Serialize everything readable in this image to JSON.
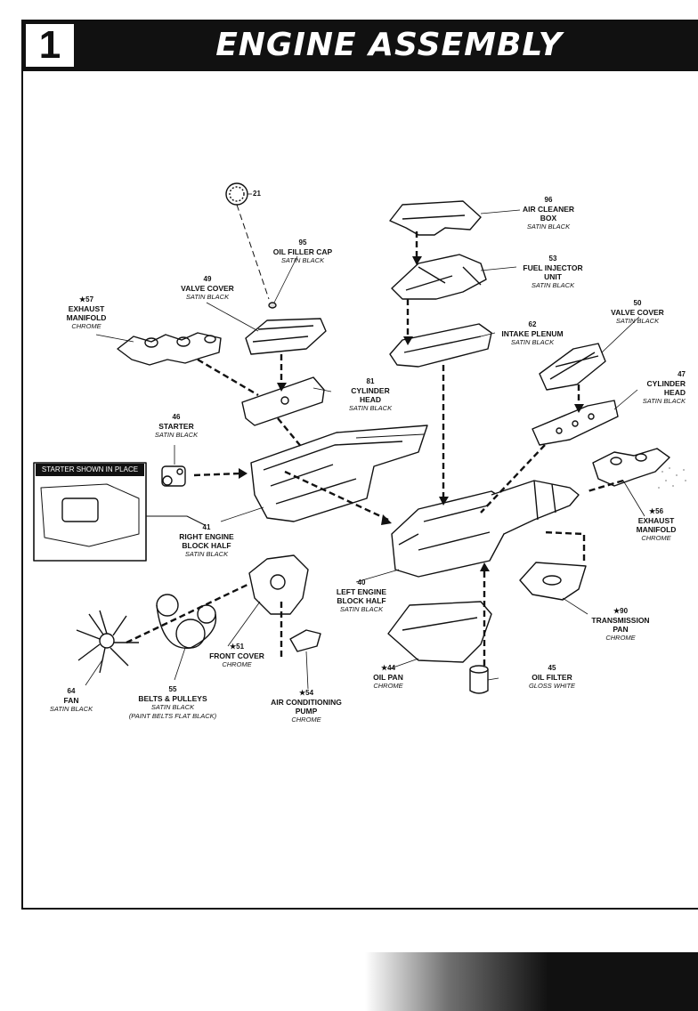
{
  "header": {
    "step": "1",
    "title": "ENGINE ASSEMBLY"
  },
  "inset": {
    "label": "STARTER SHOWN IN PLACE"
  },
  "parts": {
    "p21": {
      "num": "21",
      "name": "",
      "finish": ""
    },
    "p95": {
      "num": "95",
      "name": "OIL FILLER CAP",
      "finish": "SATIN BLACK"
    },
    "p49": {
      "num": "49",
      "name": "VALVE COVER",
      "finish": "SATIN BLACK"
    },
    "p57": {
      "num": "★57",
      "name": "EXHAUST\nMANIFOLD",
      "finish": "CHROME"
    },
    "p81": {
      "num": "81",
      "name": "CYLINDER\nHEAD",
      "finish": "SATIN BLACK"
    },
    "p46": {
      "num": "46",
      "name": "STARTER",
      "finish": "SATIN BLACK"
    },
    "p41": {
      "num": "41",
      "name": "RIGHT ENGINE\nBLOCK HALF",
      "finish": "SATIN BLACK"
    },
    "p96": {
      "num": "96",
      "name": "AIR CLEANER\nBOX",
      "finish": "SATIN BLACK"
    },
    "p53": {
      "num": "53",
      "name": "FUEL INJECTOR\nUNIT",
      "finish": "SATIN BLACK"
    },
    "p62": {
      "num": "62",
      "name": "INTAKE PLENUM",
      "finish": "SATIN BLACK"
    },
    "p50": {
      "num": "50",
      "name": "VALVE COVER",
      "finish": "SATIN BLACK"
    },
    "p47": {
      "num": "47",
      "name": "CYLINDER\nHEAD",
      "finish": "SATIN BLACK"
    },
    "p56": {
      "num": "★56",
      "name": "EXHAUST\nMANIFOLD",
      "finish": "CHROME"
    },
    "p40": {
      "num": "40",
      "name": "LEFT ENGINE\nBLOCK HALF",
      "finish": "SATIN BLACK"
    },
    "p90": {
      "num": "★90",
      "name": "TRANSMISSION\nPAN",
      "finish": "CHROME"
    },
    "p51": {
      "num": "★51",
      "name": "FRONT COVER",
      "finish": "CHROME"
    },
    "p54": {
      "num": "★54",
      "name": "AIR CONDITIONING\nPUMP",
      "finish": "CHROME"
    },
    "p44": {
      "num": "★44",
      "name": "OIL PAN",
      "finish": "CHROME"
    },
    "p45": {
      "num": "45",
      "name": "OIL FILTER",
      "finish": "GLOSS WHITE"
    },
    "p64": {
      "num": "64",
      "name": "FAN",
      "finish": "SATIN BLACK"
    },
    "p55": {
      "num": "55",
      "name": "BELTS & PULLEYS",
      "finish": "SATIN BLACK",
      "note": "(PAINT BELTS FLAT BLACK)"
    }
  }
}
